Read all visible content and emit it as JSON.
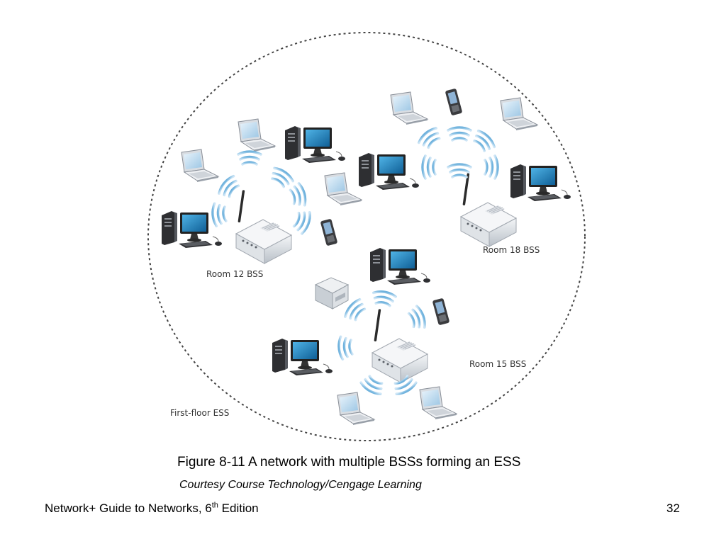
{
  "diagram": {
    "labels": {
      "room12": "Room 12 BSS",
      "room18": "Room 18 BSS",
      "room15": "Room 15 BSS",
      "ess": "First-floor ESS"
    }
  },
  "caption": {
    "figure": "Figure 8-11 A network with multiple BSSs forming an ESS",
    "credit": "Courtesy Course Technology/Cengage Learning"
  },
  "footer": {
    "title_prefix": "Network+ Guide to Networks, 6",
    "title_sup": "th",
    "title_suffix": " Edition",
    "page_number": "32"
  }
}
